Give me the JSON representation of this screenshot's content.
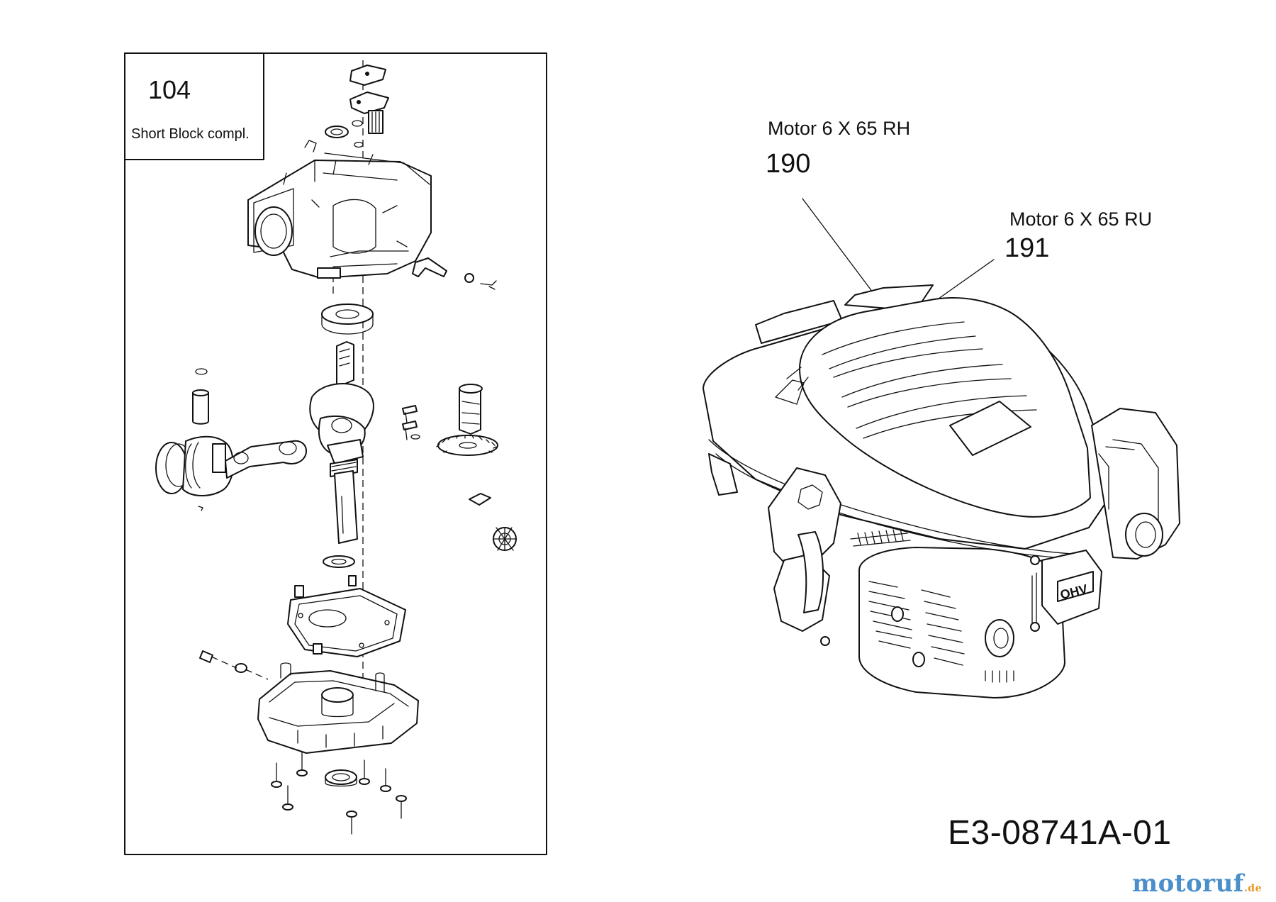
{
  "short_block": {
    "ref_number": "104",
    "title": "Short Block compl."
  },
  "callouts": [
    {
      "ref_number": "190",
      "title": "Motor 6 X 65 RH"
    },
    {
      "ref_number": "191",
      "title": "Motor 6 X 65 RU"
    }
  ],
  "drawing_number": "E3-08741A-01",
  "watermark": {
    "part1": "motor",
    "part2": "uf",
    "domain": ".de"
  },
  "colors": {
    "line": "#111111",
    "brand_main": "#4a8fc9",
    "brand_accent": "#e8941f",
    "background": "#ffffff"
  }
}
